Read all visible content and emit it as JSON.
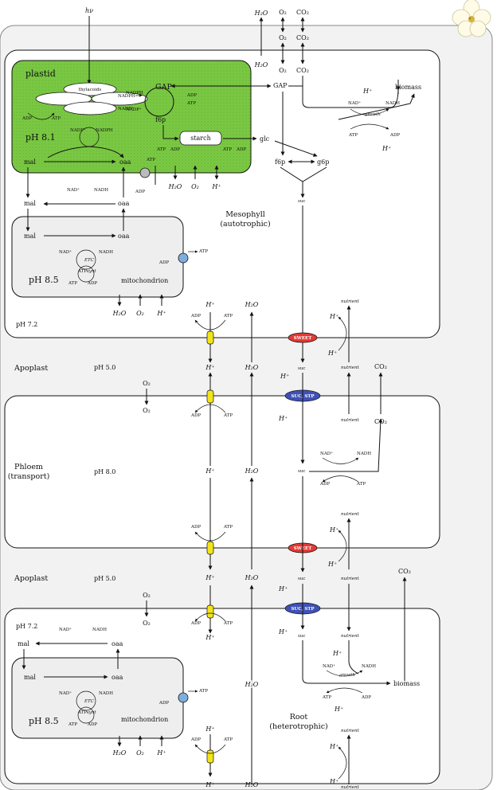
{
  "colors": {
    "plastid": "#7ac943",
    "transporter_red": "#e53935",
    "transporter_blue": "#3f51b5",
    "pump": "#f2e41a",
    "mito_channel": "#7faedc",
    "compartment_bg": "#f2f2f2"
  },
  "icons": {
    "flower": "flower-icon"
  },
  "compartments": {
    "plastid": "plastid",
    "thylacoids": "thylacoids",
    "mitochondrion": "mitochondrion",
    "mesophyll": "Mesophyll",
    "mesophyll_sub": "(autotrophic)",
    "apoplast": "Apoplast",
    "phloem": "Phloem",
    "phloem_sub": "(transport)",
    "root": "Root",
    "root_sub": "(heterotrophic)"
  },
  "ph": {
    "plastid": "pH 8.1",
    "mito": "pH 8.5",
    "meso": "pH 7.2",
    "apo": "pH 5.0",
    "phloem": "pH 8.0",
    "root": "pH 7.2"
  },
  "transporters": {
    "sweet": "SWEET",
    "suc_stp": "SUC, STP"
  },
  "metabolites": {
    "hv": "hν",
    "h2o": "H₂O",
    "o2": "O₂",
    "co2": "CO₂",
    "gap": "GAP",
    "f6p": "f6p",
    "g6p": "g6p",
    "glc": "glc",
    "starch": "starch",
    "mal": "mal",
    "oaa": "oaa",
    "suc": "suc",
    "nutrient": "nutrient",
    "biomass": "biomass",
    "h": "H⁺",
    "atp": "ATP",
    "adp": "ADP",
    "nad": "NAD⁺",
    "nadh": "NADH",
    "nadp": "NADP⁺",
    "nadph": "NADPH",
    "etc": "ETC",
    "atpsynt": "ATPsynt",
    "growth": "growth"
  }
}
